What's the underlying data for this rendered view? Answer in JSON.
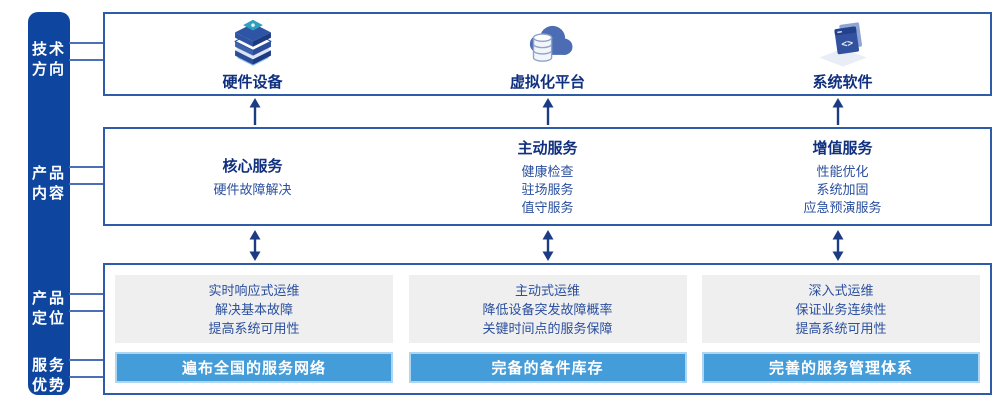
{
  "sidebar": {
    "items": [
      {
        "line1": "技术",
        "line2": "方向"
      },
      {
        "line1": "产品",
        "line2": "内容"
      },
      {
        "line1": "产品",
        "line2": "定位"
      },
      {
        "line1": "服务",
        "line2": "优势"
      }
    ]
  },
  "tech_row": {
    "items": [
      {
        "icon": "server-stack-icon",
        "label": "硬件设备"
      },
      {
        "icon": "cloud-database-icon",
        "label": "虚拟化平台"
      },
      {
        "icon": "code-window-icon",
        "label": "系统软件"
      }
    ]
  },
  "content_row": {
    "columns": [
      {
        "title": "核心服务",
        "items": [
          "硬件故障解决"
        ]
      },
      {
        "title": "主动服务",
        "items": [
          "健康检查",
          "驻场服务",
          "值守服务"
        ]
      },
      {
        "title": "增值服务",
        "items": [
          "性能优化",
          "系统加固",
          "应急预演服务"
        ]
      }
    ]
  },
  "bottom_row": {
    "columns": [
      {
        "lines": [
          "实时响应式运维",
          "解决基本故障",
          "提高系统可用性"
        ],
        "highlight": "遍布全国的服务网络"
      },
      {
        "lines": [
          "主动式运维",
          "降低设备突发故障概率",
          "关键时间点的服务保障"
        ],
        "highlight": "完备的备件库存"
      },
      {
        "lines": [
          "深入式运维",
          "保证业务连续性",
          "提高系统可用性"
        ],
        "highlight": "完善的服务管理体系"
      }
    ]
  },
  "colors": {
    "sidebar_bg": "#0E459E",
    "box_border": "#2E5CA8",
    "title_navy": "#10307F",
    "body_blue": "#2A4F9E",
    "gray_panel": "#EFEFEF",
    "highlight_blue": "#449CD8",
    "highlight_border": "#AED6F0",
    "connector": "#4C70B5",
    "arrow": "#1B3C85"
  }
}
